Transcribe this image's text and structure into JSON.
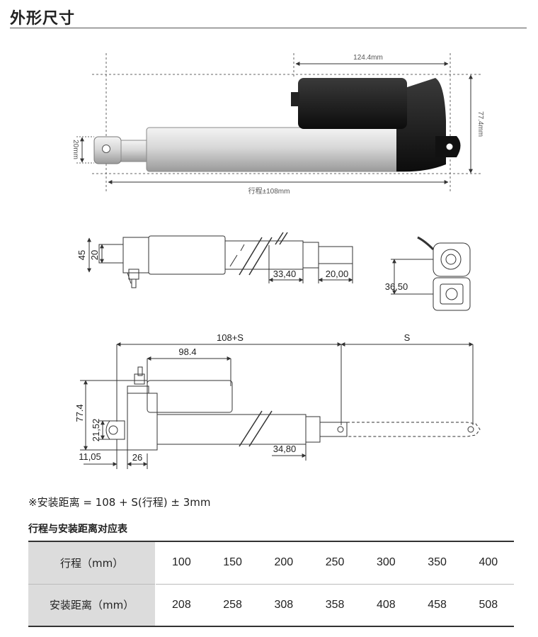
{
  "page_title": "外形尺寸",
  "view1": {
    "length_dim": "124.4mm",
    "height_dim": "77.4mm",
    "rod_dim": "20mm",
    "stroke_dim": "行程±108mm"
  },
  "view2": {
    "d45": "45",
    "d20": "20",
    "d3340": "33,40",
    "d2000": "20,00",
    "d3650": "36,50"
  },
  "view3": {
    "d108s": "108+S",
    "ds": "S",
    "d984": "98.4",
    "d774": "77.4",
    "d2152": "21,52",
    "d1105": "11,05",
    "d26": "26",
    "d3480": "34,80"
  },
  "note": "※安装距离 = 108 + S(行程) ± 3mm",
  "table": {
    "heading": "行程与安装距离对应表",
    "rows": [
      {
        "label": "行程（mm）",
        "values": [
          "100",
          "150",
          "200",
          "250",
          "300",
          "350",
          "400"
        ]
      },
      {
        "label": "安装距离（mm）",
        "values": [
          "208",
          "258",
          "308",
          "358",
          "408",
          "458",
          "508"
        ]
      }
    ]
  }
}
